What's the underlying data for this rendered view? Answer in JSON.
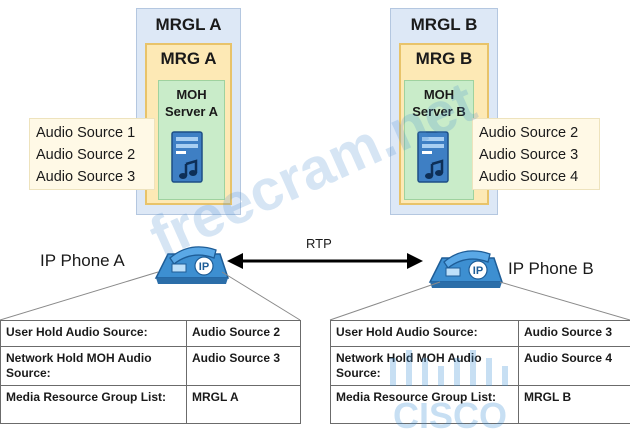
{
  "left": {
    "mrgl_title": "MRGL A",
    "mrg_title": "MRG A",
    "moh_line1": "MOH",
    "moh_line2": "Server  A",
    "audio_sources": [
      "Audio Source 1",
      "Audio Source 2",
      "Audio Source 3"
    ],
    "phone_label": "IP Phone A",
    "table": [
      [
        "User Hold Audio Source:",
        "Audio Source 2"
      ],
      [
        "Network Hold MOH Audio Source:",
        "Audio Source 3"
      ],
      [
        "Media Resource Group List:",
        "MRGL  A"
      ]
    ]
  },
  "right": {
    "mrgl_title": "MRGL B",
    "mrg_title": "MRG B",
    "moh_line1": "MOH",
    "moh_line2": "Server  B",
    "audio_sources": [
      "Audio Source 2",
      "Audio Source 3",
      "Audio Source 4"
    ],
    "phone_label": "IP Phone B",
    "table": [
      [
        "User Hold Audio Source:",
        "Audio Source 3"
      ],
      [
        "Network Hold MOH Audio Source:",
        "Audio Source 4"
      ],
      [
        "Media Resource Group List:",
        "MRGL B"
      ]
    ]
  },
  "link_label": "RTP",
  "phone_badge": "IP",
  "watermark": "freecram.net",
  "watermark_logo": "CISCO",
  "colors": {
    "mrgl_fill": "#dde8f6",
    "mrg_fill": "#fde9b5",
    "moh_fill": "#c9ecc9",
    "phone_blue": "#3d8fd1"
  }
}
